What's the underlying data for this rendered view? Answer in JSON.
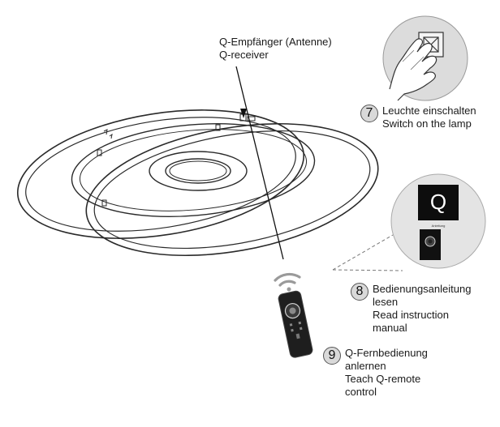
{
  "receiver_label": {
    "line1": "Q-Empfänger (Antenne)",
    "line2": "Q-receiver"
  },
  "steps": [
    {
      "number": "7",
      "lines": [
        "Leuchte einschalten",
        "Switch on the lamp"
      ]
    },
    {
      "number": "8",
      "lines": [
        "Bedienungsanleitung",
        "lesen",
        "Read instruction",
        "manual"
      ]
    },
    {
      "number": "9",
      "lines": [
        "Q-Fernbedienung",
        "anlernen",
        "Teach Q-remote",
        "control"
      ]
    }
  ],
  "manual_card": {
    "logo_letter": "Q",
    "caption": "Anleitung"
  },
  "icons": [
    "hand-switch-icon",
    "wifi-signal-icon",
    "remote-control-icon",
    "q-logo-icon"
  ]
}
